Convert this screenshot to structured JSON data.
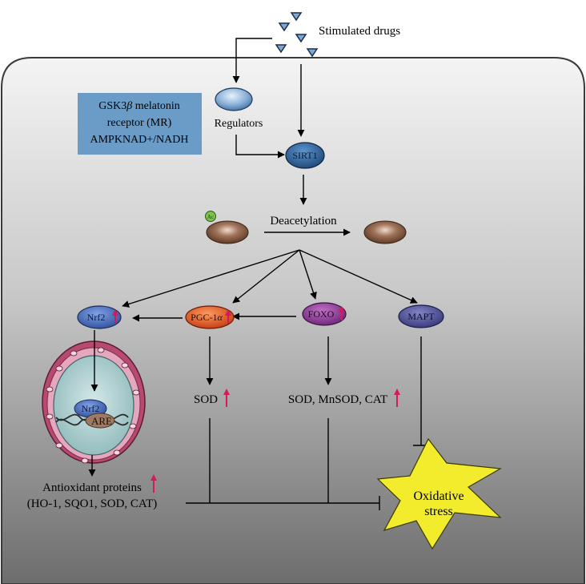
{
  "stimulated_drugs": "Stimulated drugs",
  "regulator_box": {
    "line1_a": "GSK3",
    "line1_beta": "β",
    "line1_b": " melatonin",
    "line2": "receptor (MR)",
    "line3": "AMPKNAD+/NADH"
  },
  "regulators": "Regulators",
  "sirt1": "SIRT1",
  "deacetylation": "Deacetylation",
  "acetyl_badge": "Ac",
  "nodes": {
    "nrf2": "Nrf2",
    "pgc1a_a": "PGC-1",
    "pgc1a_alpha": "α",
    "foxo": "FOXO",
    "mapt": "MAPT"
  },
  "nucleus": {
    "nrf2": "Nrf2",
    "are": "ARE"
  },
  "outputs": {
    "sod": "SOD",
    "sod_mnsod_cat": "SOD, MnSOD, CAT",
    "antioxidant_line1": "Antioxidant proteins",
    "antioxidant_line2": "(HO-1, SQO1, SOD, CAT)"
  },
  "oxidative": {
    "line1": "Oxidative",
    "line2": "stress"
  },
  "colors": {
    "up_arrow": "#d6195b",
    "regulator_box": "#6a9cc7",
    "star_fill": "#f2ec2c",
    "nrf2_fill": "#4e76c4",
    "pgc_fill": "#e6541e",
    "foxo_fill": "#8e3b96",
    "mapt_fill": "#4e4f9a",
    "sirt1_fill": "#2a5f98"
  }
}
